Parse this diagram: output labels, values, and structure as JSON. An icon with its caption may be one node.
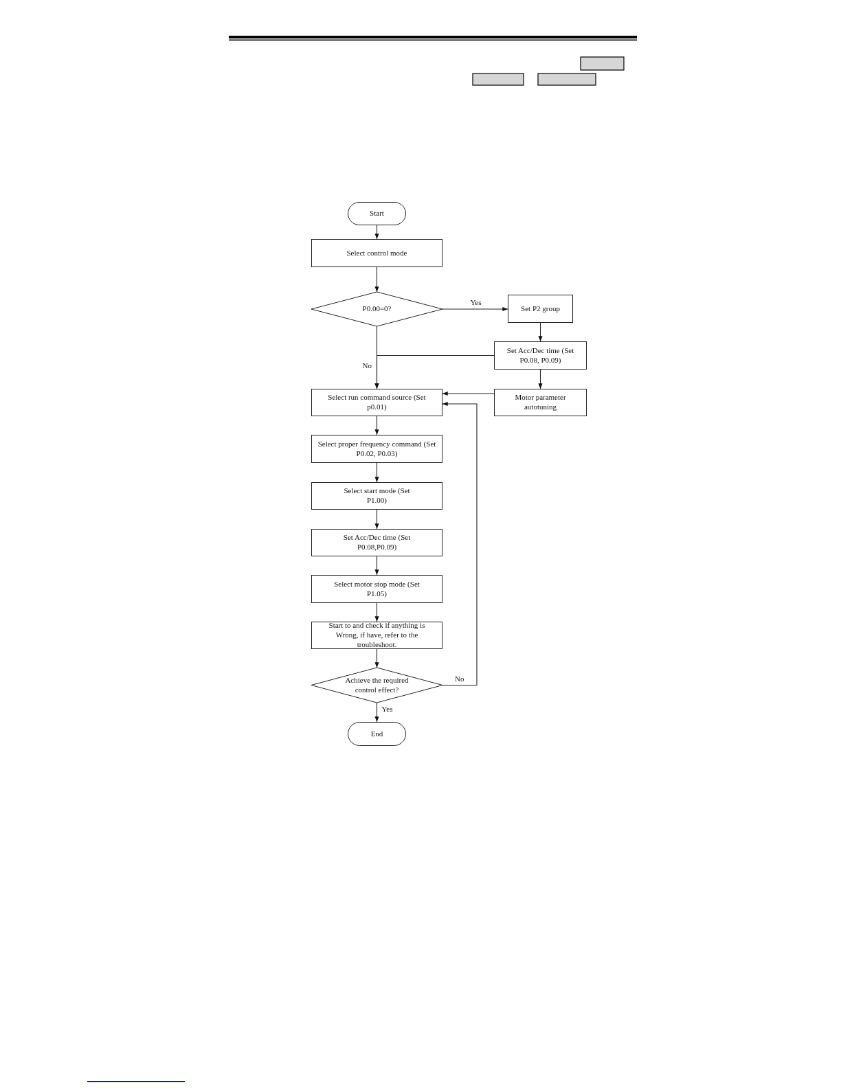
{
  "diagram": {
    "nodes": [
      {
        "text": [
          "Start"
        ]
      },
      {
        "text": [
          "Select control mode"
        ]
      },
      {
        "text": [
          "P0.00=0?"
        ]
      },
      {
        "text": [
          "Set P2 group"
        ]
      },
      {
        "text": [
          "Set Acc/Dec time (Set P0.08, P0.09)"
        ]
      },
      {
        "text": [
          "Motor parameter autotuning"
        ]
      },
      {
        "text": [
          "Select run command source (Set p0.01)"
        ]
      },
      {
        "text": [
          "Select proper frequency command (Set P0.02, P0.03)"
        ]
      },
      {
        "text": [
          "Select start mode (Set P1.00)"
        ]
      },
      {
        "text": [
          "Set Acc/Dec time (Set P0.08,P0.09)"
        ]
      },
      {
        "text": [
          "Select motor stop mode (Set P1.05)"
        ]
      },
      {
        "text": [
          "Start to and check if anything is Wrong, if have, refer to the troubleshoot."
        ]
      },
      {
        "text": [
          "Achieve the required control effect?"
        ]
      },
      {
        "text": [
          "End"
        ]
      }
    ],
    "edges": [
      {
        "from": 0,
        "to": 1,
        "arrow": "to"
      },
      {
        "from": 1,
        "to": 2,
        "arrow": "to"
      },
      {
        "from": 2,
        "to": 3,
        "arrow": "to",
        "label": "Yes"
      },
      {
        "from": 2,
        "to": 6,
        "arrow": "to",
        "label": "No"
      },
      {
        "from": 3,
        "to": 4,
        "arrow": "to"
      },
      {
        "from": 4,
        "to": 6,
        "arrow": "to"
      },
      {
        "from": 4,
        "to": 5,
        "arrow": "to"
      },
      {
        "from": 5,
        "to": 6,
        "arrow": "to"
      },
      {
        "from": 6,
        "to": 7,
        "arrow": "to"
      },
      {
        "from": 7,
        "to": 8,
        "arrow": "to"
      },
      {
        "from": 8,
        "to": 9,
        "arrow": "to"
      },
      {
        "from": 9,
        "to": 10,
        "arrow": "to"
      },
      {
        "from": 10,
        "to": 11,
        "arrow": "to"
      },
      {
        "from": 11,
        "to": 12,
        "arrow": "to"
      },
      {
        "from": 12,
        "to": 6,
        "arrow": "to",
        "label": "No"
      },
      {
        "from": 12,
        "to": 13,
        "arrow": "to",
        "label": "Yes"
      }
    ]
  }
}
